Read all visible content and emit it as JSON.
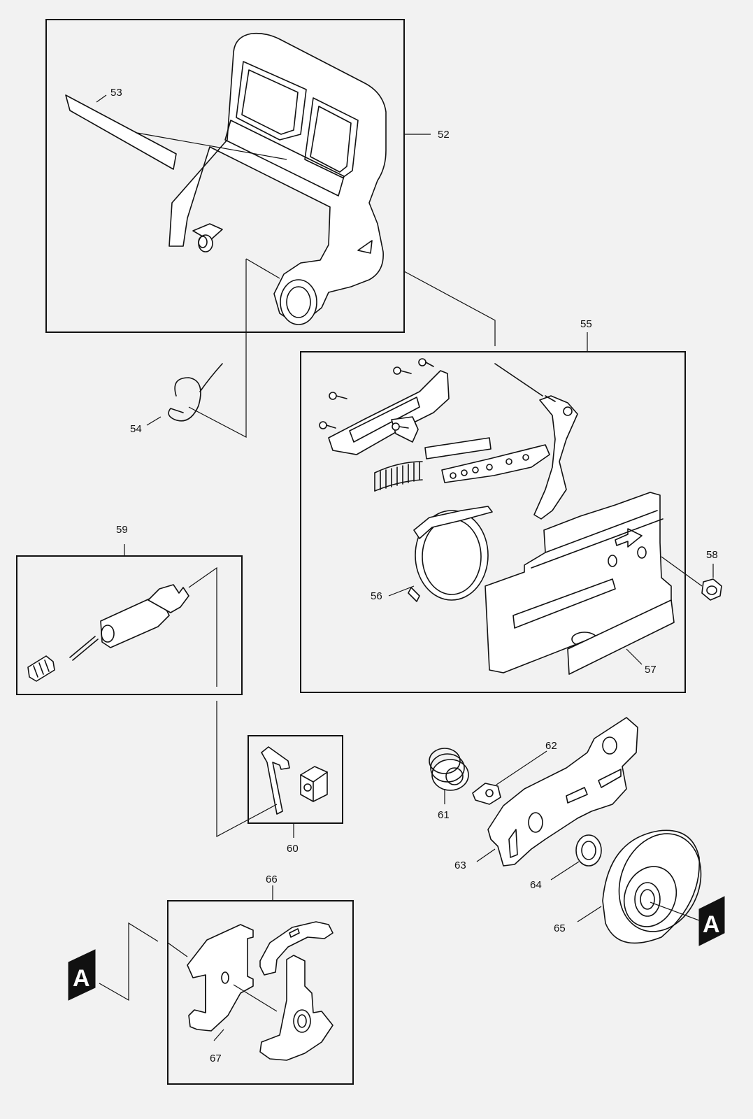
{
  "labels": {
    "p52": "52",
    "p53": "53",
    "p54": "54",
    "p55": "55",
    "p56": "56",
    "p57": "57",
    "p58": "58",
    "p59": "59",
    "p60": "60",
    "p61": "61",
    "p62": "62",
    "p63": "63",
    "p64": "64",
    "p65": "65",
    "p66": "66",
    "p67": "67"
  },
  "markers": {
    "left": "A",
    "right": "A"
  }
}
